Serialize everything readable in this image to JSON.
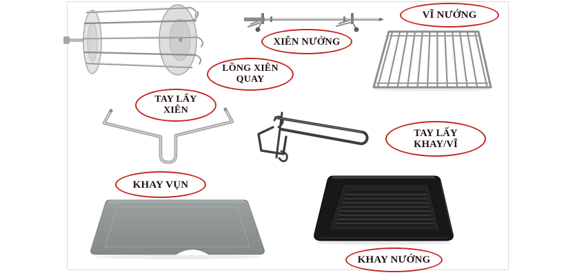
{
  "diagram": {
    "description": "Labeled photo diagram of oven accessories",
    "language": "Vietnamese"
  },
  "colors": {
    "callout_border": "#c4271d",
    "callout_text": "#201012",
    "callout_fill": "#ffffff",
    "panel_border": "#d9d9d9",
    "metal_light": "#9e9e9e",
    "metal_dark": "#3d3d3d",
    "tray_gray": "#8d9291",
    "tray_black": "#181818"
  },
  "labels": [
    {
      "id": "vi-nuong",
      "lines": [
        "VĨ NƯỚNG"
      ]
    },
    {
      "id": "xien-nuong",
      "lines": [
        "XIÊN NƯỚNG"
      ]
    },
    {
      "id": "long-xien-quay",
      "lines": [
        "LỒNG XIÊN",
        "QUAY"
      ]
    },
    {
      "id": "tay-lay-xien",
      "lines": [
        "TAY LẤY",
        "XIÊN"
      ]
    },
    {
      "id": "tay-lay-khay-vi",
      "lines": [
        "TAY LẤY",
        "KHAY/VĨ"
      ]
    },
    {
      "id": "khay-vun",
      "lines": [
        "KHAY VỤN"
      ]
    },
    {
      "id": "khay-nuong",
      "lines": [
        "KHAY NƯỚNG"
      ]
    }
  ],
  "items": [
    {
      "id": "rotisserie-cage"
    },
    {
      "id": "skewer-rod"
    },
    {
      "id": "wire-rack"
    },
    {
      "id": "skewer-handle"
    },
    {
      "id": "tray-rack-handle"
    },
    {
      "id": "crumb-tray"
    },
    {
      "id": "baking-tray"
    }
  ]
}
